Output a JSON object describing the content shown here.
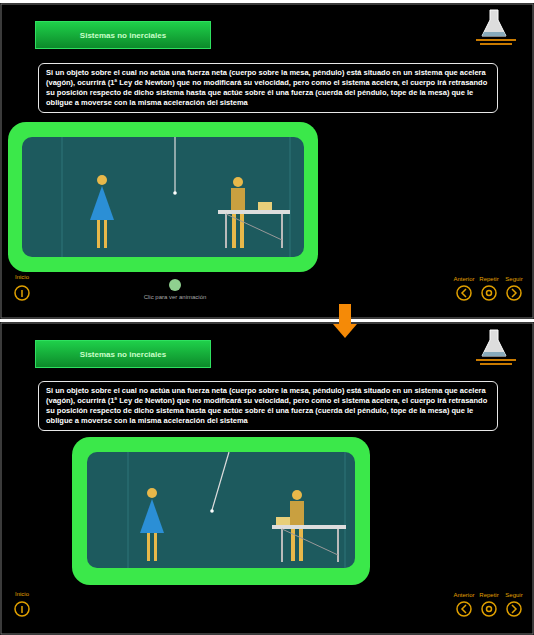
{
  "diagram": {
    "nodes": [
      {
        "text": [
          "Sistemas no inerciales"
        ]
      },
      {
        "text": [
          "Si un objeto sobre el cual no actúa una fuerza neta (cuerpo sobre la mesa, péndulo) está situado en un sistema que acelera (vagón), ocurrirá (1ª Ley de Newton) que no modificará su velocidad, pero como el sistema acelera, el cuerpo irá retrasando su posición respecto de dicho sistema hasta que actúe sobre él una fuerza (cuerda del péndulo, tope de la mesa) que le obligue a moverse con la misma aceleración del sistema"
        ]
      },
      {
        "text": [
          "Sistemas no inerciales"
        ]
      },
      {
        "text": [
          "Si un objeto sobre el cual no actúa una fuerza neta (cuerpo sobre la mesa, péndulo) está situado en un sistema que acelera (vagón), ocurrirá (1ª Ley de Newton) que no modificará su velocidad, pero como el sistema acelera, el cuerpo irá retrasando su posición respecto de dicho sistema hasta que actúe sobre él una fuerza (cuerda del péndulo, tope de la mesa) que le obligue a moverse con la misma aceleración del sistema"
        ]
      }
    ],
    "labels": [
      "Inicio",
      "Clic para ver animación",
      "Anterior",
      "Repetir",
      "Seguir",
      "Inicio",
      "Anterior",
      "Repetir",
      "Seguir"
    ]
  }
}
